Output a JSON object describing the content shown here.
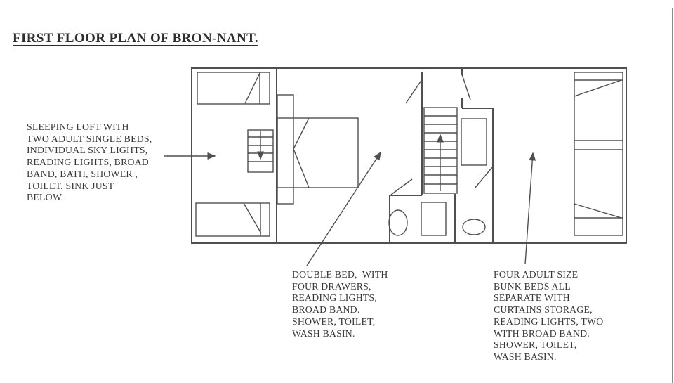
{
  "title": "FIRST FLOOR PLAN OF BRON-NANT.",
  "colors": {
    "ink": "#4f4f4f",
    "text": "#383838",
    "background": "#ffffff",
    "scan_edge": "#555555"
  },
  "annotations": {
    "sleeping_loft": {
      "lines": [
        "SLEEPING LOFT WITH",
        "TWO ADULT SINGLE BEDS,",
        "INDIVIDUAL SKY LIGHTS,",
        "READING LIGHTS, BROAD",
        "BAND, BATH, SHOWER ,",
        "TOILET, SINK JUST",
        "BELOW."
      ]
    },
    "double_bed": {
      "lines": [
        "DOUBLE BED,  WITH",
        "FOUR DRAWERS,",
        "READING LIGHTS,",
        "BROAD BAND.",
        "SHOWER, TOILET,",
        "WASH BASIN."
      ]
    },
    "bunk_beds": {
      "lines": [
        "FOUR ADULT SIZE",
        "BUNK BEDS ALL",
        "SEPARATE WITH",
        "CURTAINS STORAGE,",
        "READING LIGHTS, TWO",
        "WITH BROAD BAND.",
        "SHOWER, TOILET,",
        "WASH BASIN."
      ]
    }
  }
}
